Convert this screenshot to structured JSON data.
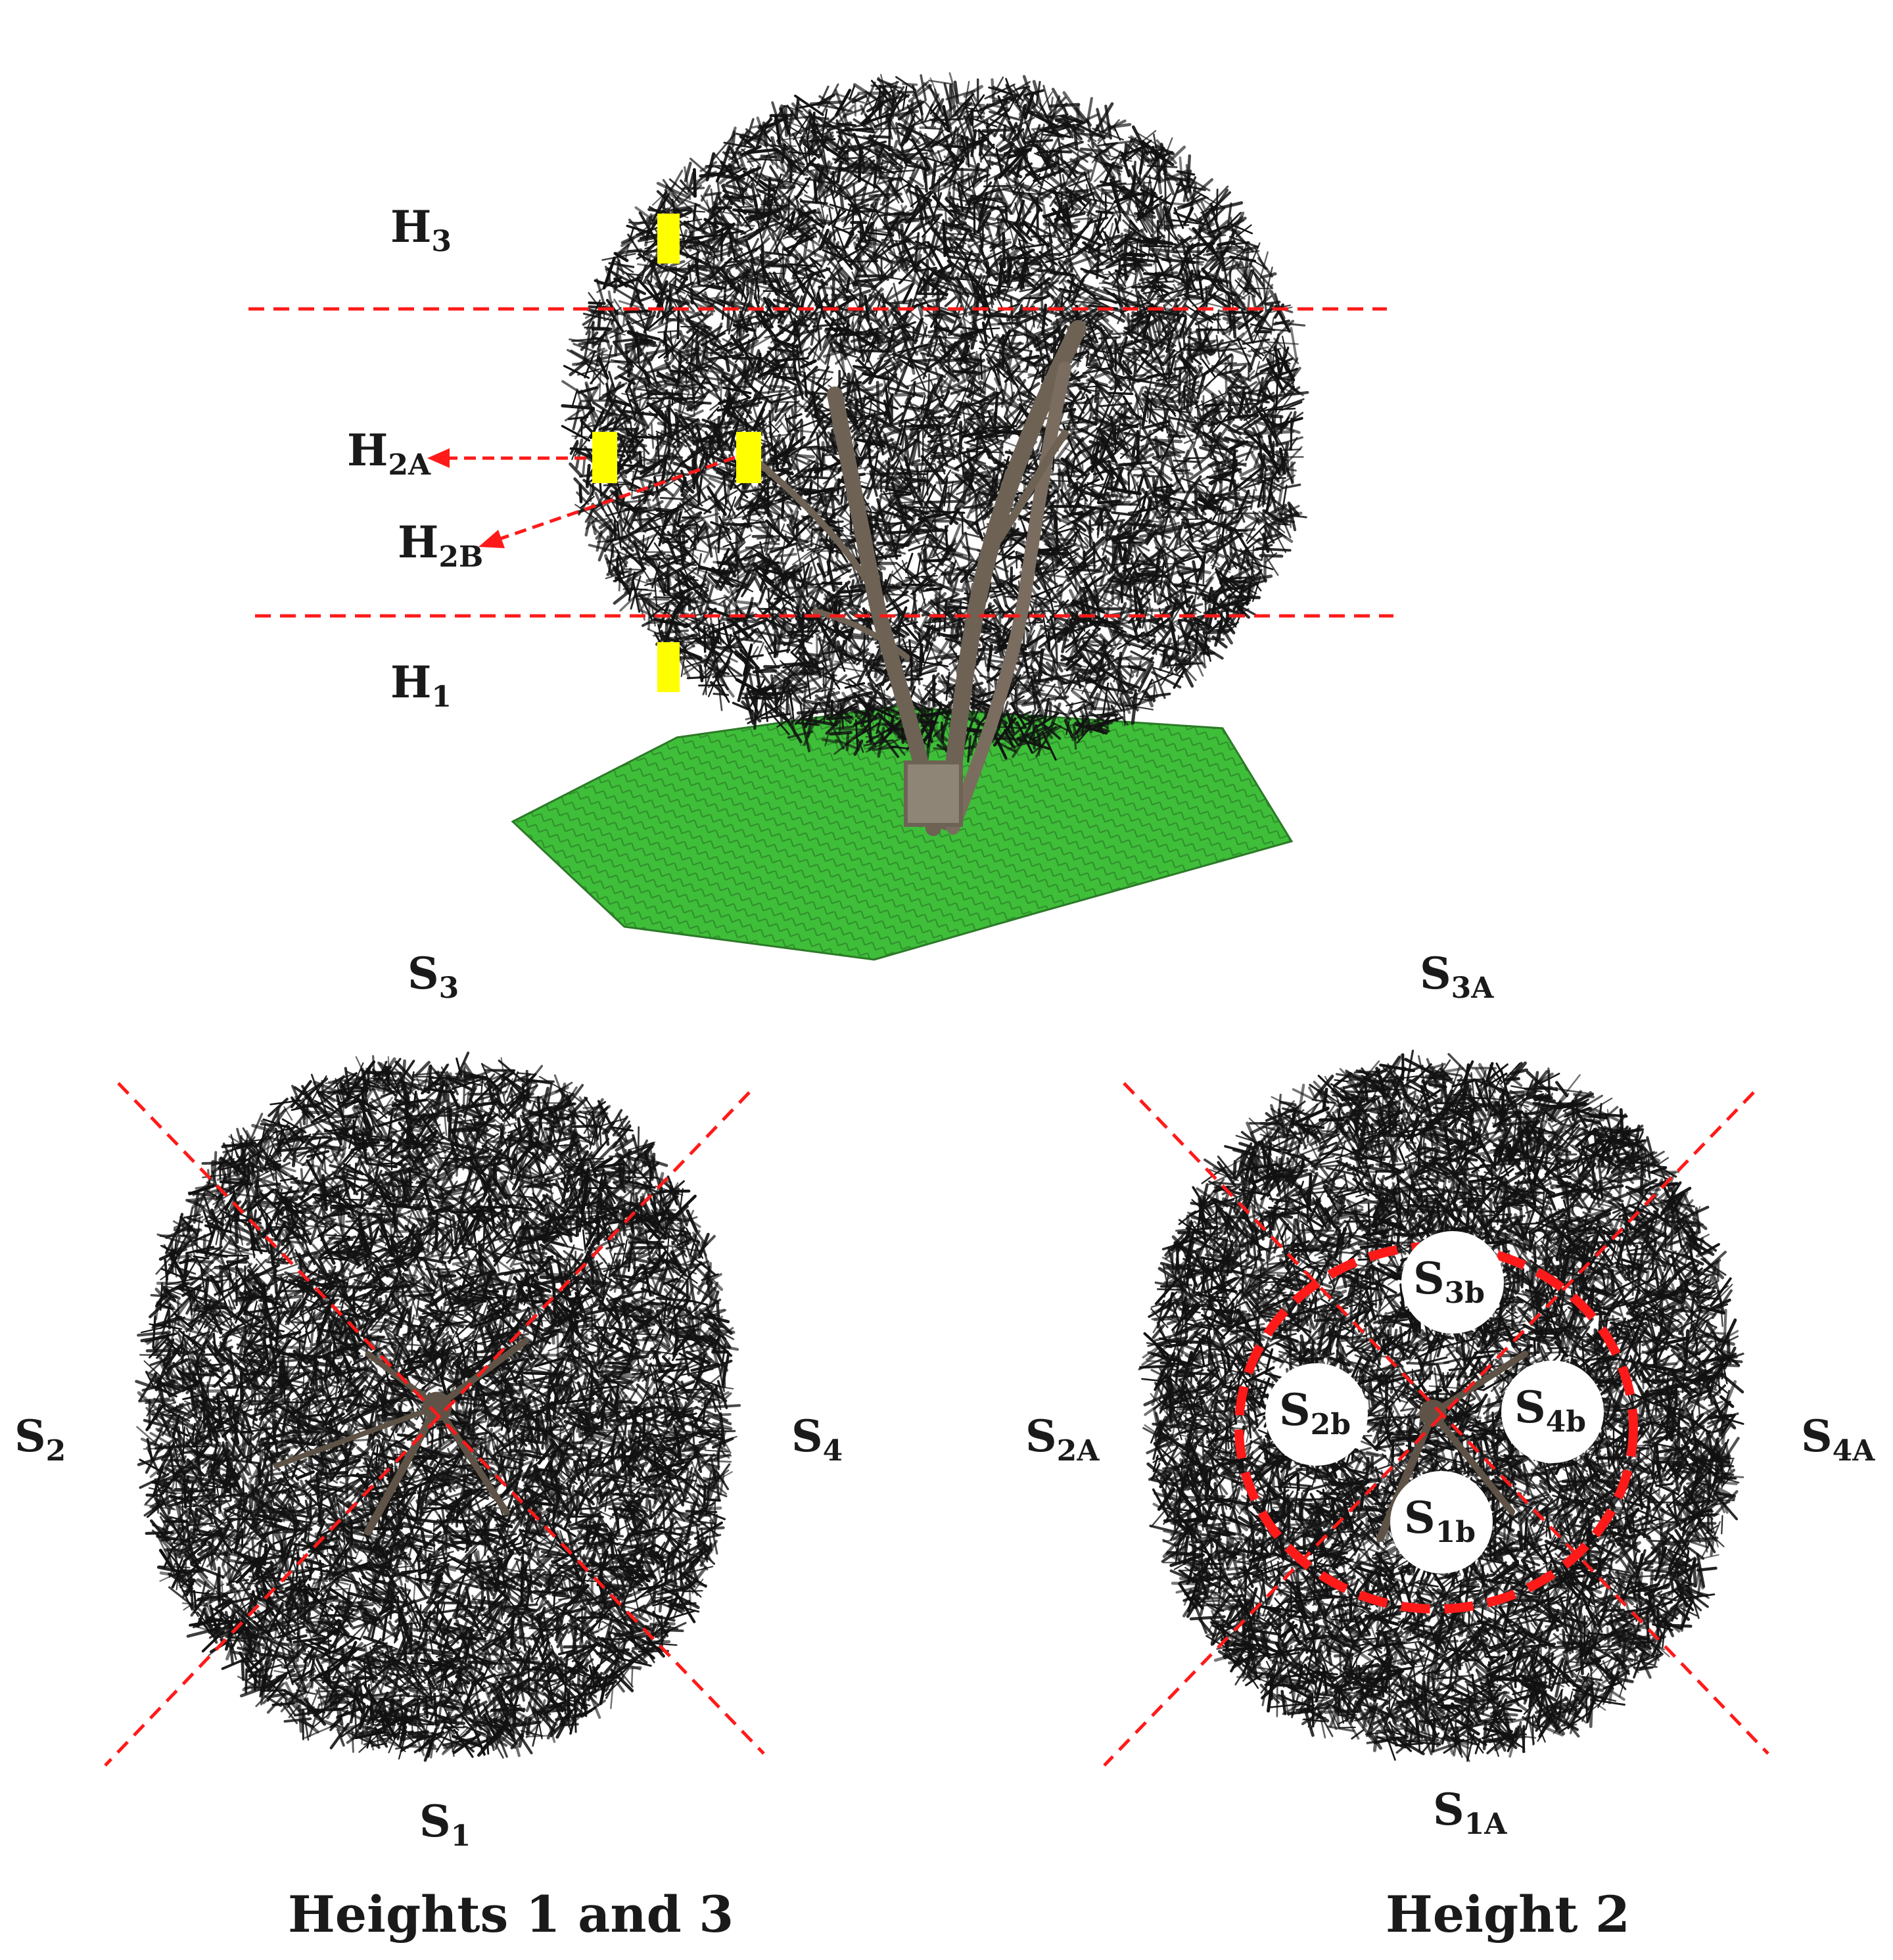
{
  "colors": {
    "ground": "#3fbe3a",
    "ground_grid": "#2f8f2b",
    "foliage": "#111111",
    "trunk": "#6e6255",
    "divider": "#ff1a1a",
    "marker": "#ffff00",
    "circle_fill": "#ffffff"
  },
  "side_view": {
    "height_labels": {
      "h3": {
        "base": "H",
        "sub": "3"
      },
      "h2a": {
        "base": "H",
        "sub": "2A"
      },
      "h2b": {
        "base": "H",
        "sub": "2B"
      },
      "h1": {
        "base": "H",
        "sub": "1"
      }
    }
  },
  "top_view_left": {
    "caption": "Heights 1 and 3",
    "labels": {
      "top": {
        "base": "S",
        "sub": "3"
      },
      "left": {
        "base": "S",
        "sub": "2"
      },
      "right": {
        "base": "S",
        "sub": "4"
      },
      "bottom": {
        "base": "S",
        "sub": "1"
      }
    }
  },
  "top_view_right": {
    "caption": "Height 2",
    "labels": {
      "top": {
        "base": "S",
        "sub": "3A"
      },
      "left": {
        "base": "S",
        "sub": "2A"
      },
      "right": {
        "base": "S",
        "sub": "4A"
      },
      "bottom": {
        "base": "S",
        "sub": "1A"
      }
    },
    "inner_labels": {
      "s3b": {
        "base": "S",
        "sub": "3b"
      },
      "s2b": {
        "base": "S",
        "sub": "2b"
      },
      "s4b": {
        "base": "S",
        "sub": "4b"
      },
      "s1b": {
        "base": "S",
        "sub": "1b"
      }
    }
  }
}
